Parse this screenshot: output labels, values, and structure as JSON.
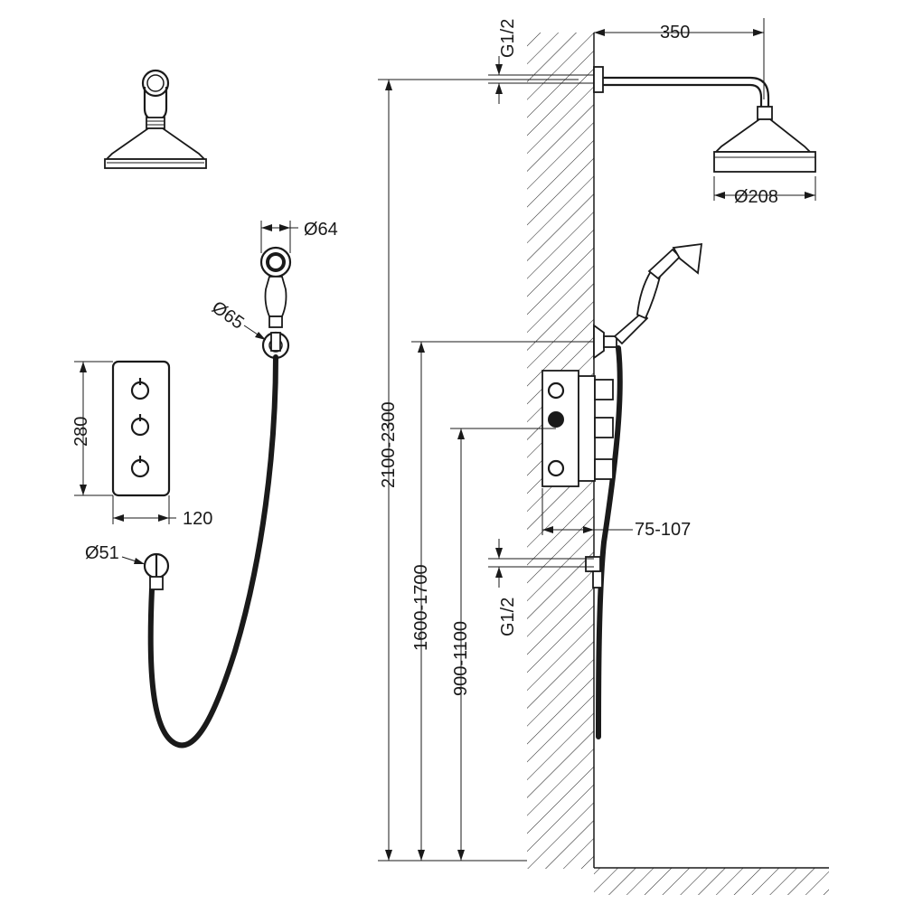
{
  "diagram": {
    "dimensions": {
      "thread_top": "G1/2",
      "arm_length": "350",
      "head_diameter": "Ø208",
      "handset_diameter": "Ø64",
      "holder_diameter": "Ø65",
      "panel_height": "280",
      "panel_width": "120",
      "outlet_diameter": "Ø51",
      "depth": "75-107",
      "thread_bottom": "G1/2",
      "head_height": "2100-2300",
      "holder_height": "1600-1700",
      "valve_height": "900-1100"
    },
    "icons": [
      "shower-head-icon",
      "hand-shower-icon",
      "thermostat-panel-icon",
      "wall-outlet-icon",
      "wall-hatch"
    ]
  }
}
